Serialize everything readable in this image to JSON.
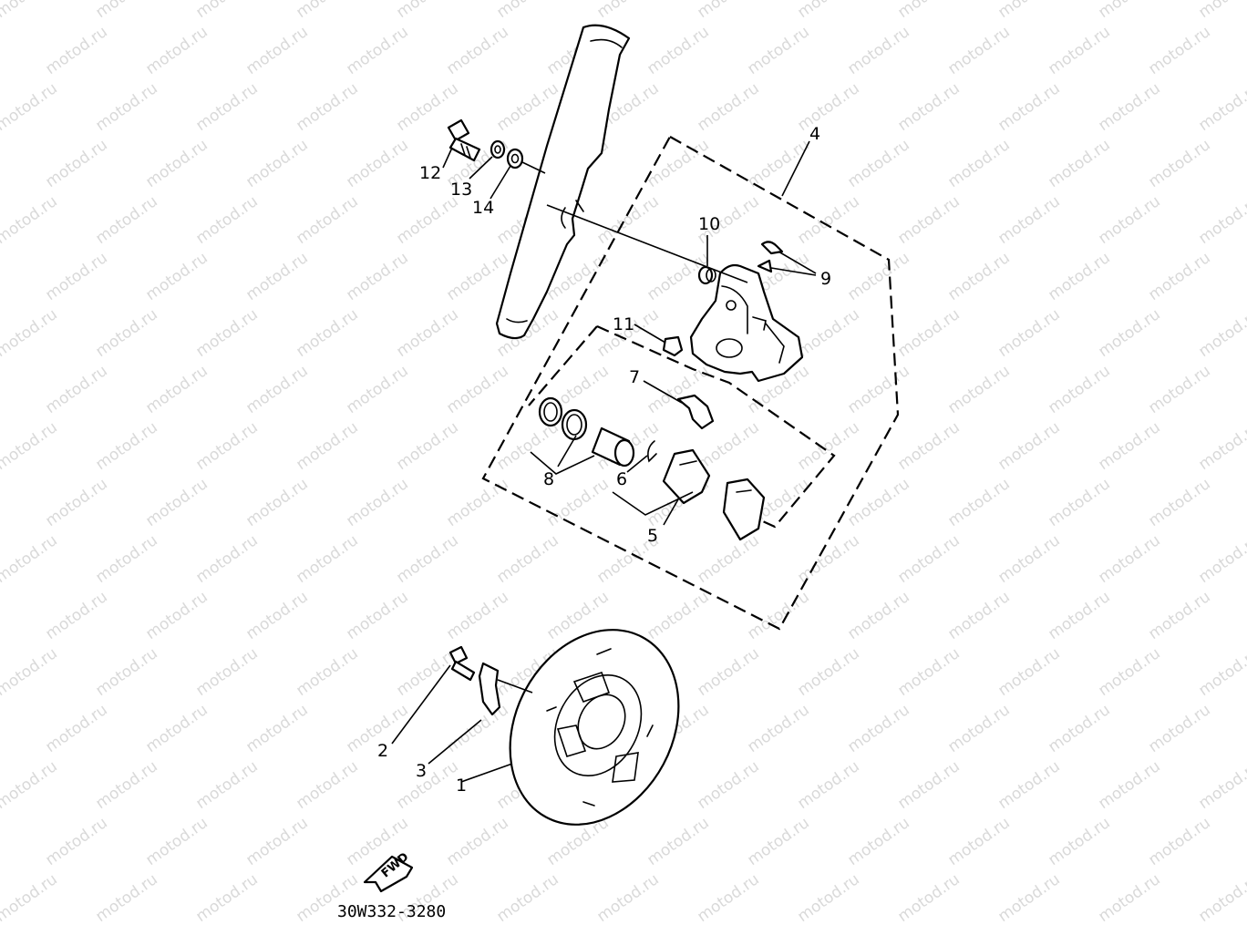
{
  "watermark": "motod.ru",
  "diagram_code": "30W332-3280",
  "fwd_label": "FWD",
  "callouts": {
    "c1": "1",
    "c2": "2",
    "c3": "3",
    "c4": "4",
    "c5": "5",
    "c6": "6",
    "c7": "7",
    "c8": "8",
    "c9": "9",
    "c10": "10",
    "c11": "11",
    "c12": "12",
    "c13": "13",
    "c14": "14"
  }
}
